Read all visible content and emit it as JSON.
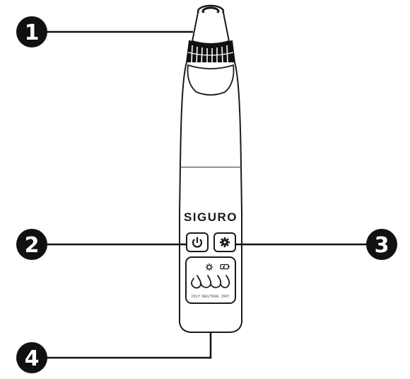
{
  "callouts": [
    "1",
    "2",
    "3",
    "4"
  ],
  "device": {
    "brand": "SIGURO",
    "mode_labels": [
      "OILY",
      "NEUTRAL",
      "DRY"
    ],
    "buttons": [
      "power-icon",
      "gear-icon"
    ],
    "indicators": [
      "gear-icon",
      "battery-icon",
      "drop-icon"
    ]
  },
  "colors": {
    "ink": "#1a1a1a",
    "callout_fill": "#111111",
    "background": "#ffffff"
  }
}
